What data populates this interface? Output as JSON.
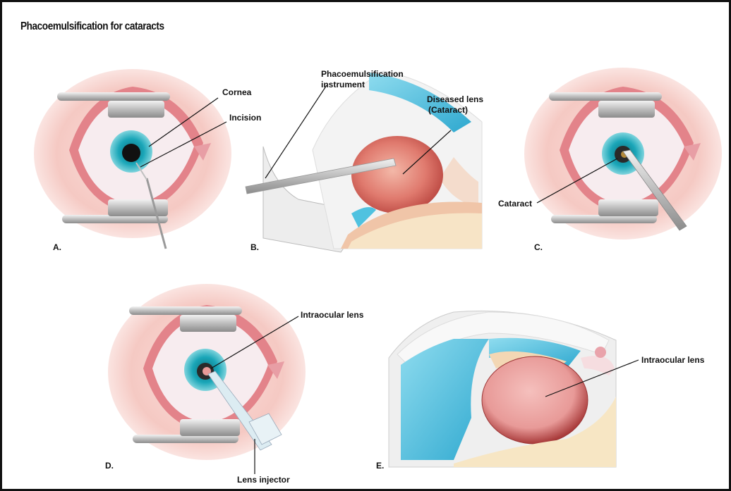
{
  "title": "Phacoemulsification for cataracts",
  "labels": {
    "cornea": "Cornea",
    "incision": "Incision",
    "phaco_line1": "Phacoemulsification",
    "phaco_line2": "instrument",
    "diseased_line1": "Diseased lens",
    "diseased_line2": "(Cataract)",
    "cataract": "Cataract",
    "iol_d": "Intraocular lens",
    "iol_e": "Intraocular lens",
    "injector": "Lens injector"
  },
  "panels": {
    "a": "A.",
    "b": "B.",
    "c": "C.",
    "d": "D.",
    "e": "E."
  },
  "colors": {
    "skin": "#f5c9c3",
    "skin_dark": "#e3838a",
    "sclera": "#f7ecef",
    "iris": "#1aa6b8",
    "pupil": "#111111",
    "lens_red": "#d9605f",
    "fluid_blue": "#4fc2e0",
    "metal": "#c8c8c8"
  }
}
